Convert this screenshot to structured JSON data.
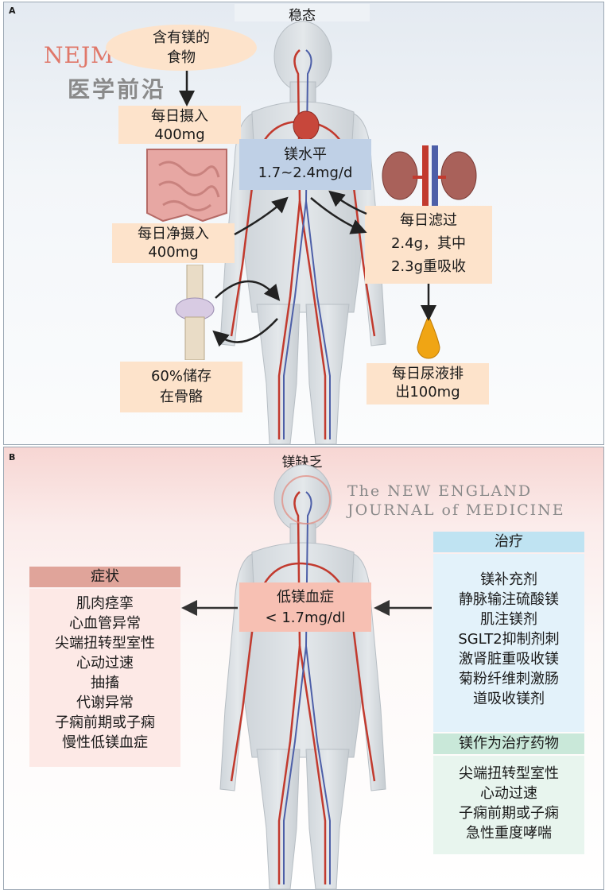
{
  "panel_a": {
    "label": "A",
    "title": "稳态",
    "watermark_logo": "NEJM",
    "watermark_text": "医学前沿",
    "food": [
      "含有镁的",
      "食物"
    ],
    "intake": [
      "每日摄入",
      "400mg"
    ],
    "level": [
      "镁水平",
      "1.7~2.4mg/d"
    ],
    "net_intake": [
      "每日净摄入",
      "400mg"
    ],
    "filtered": [
      "每日滤过",
      "2.4g，其中",
      "2.3g重吸收"
    ],
    "bone": [
      "60%储存",
      "在骨骼"
    ],
    "urine": [
      "每日尿液排",
      "出100mg"
    ]
  },
  "panel_b": {
    "label": "B",
    "title": "镁缺乏",
    "journal_line1": "The NEW ENGLAND",
    "journal_line2": "JOURNAL of MEDICINE",
    "symptoms_header": "症状",
    "symptoms": [
      "肌肉痉挛",
      "心血管异常",
      "尖端扭转型室性",
      "心动过速",
      "抽搐",
      "代谢异常",
      "子痫前期或子痫",
      "慢性低镁血症"
    ],
    "hypomag": [
      "低镁血症",
      "< 1.7mg/dl"
    ],
    "treatment_header": "治疗",
    "treatments": [
      "镁补充剂",
      "静脉输注硫酸镁",
      "肌注镁剂",
      "SGLT2抑制剂刺",
      "激肾脏重吸收镁",
      "菊粉纤维刺激肠",
      "道吸收镁剂"
    ],
    "drug_header": "镁作为治疗药物",
    "drug_uses": [
      "尖端扭转型室性",
      "心动过速",
      "子痫前期或子痫",
      "急性重度哮喘"
    ]
  },
  "colors": {
    "peach": "#fde3cb",
    "level_box": "#bfd0e6",
    "symptom_header": "#e0a49a",
    "symptom_box": "#fde9e6",
    "hypomag_box": "#f7c0b3",
    "treatment_header": "#bfe3f2",
    "treatment_box": "#e3f2fa",
    "drug_header": "#c9e8d9",
    "drug_box": "#e8f5ee"
  }
}
